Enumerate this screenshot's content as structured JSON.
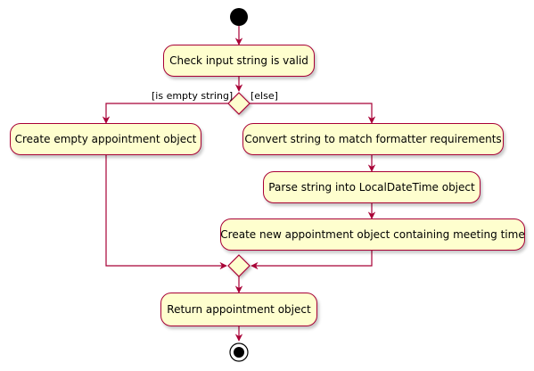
{
  "diagram": {
    "colors": {
      "line": "#a80036",
      "box_fill": "#fefece",
      "start_fill": "#000000"
    },
    "actions": {
      "check": "Check input string is valid",
      "create_empty": "Create empty appointment object",
      "convert": "Convert string to match formatter requirements",
      "parse": "Parse string into LocalDateTime object",
      "create_new": "Create new appointment object containing meeting time",
      "return": "Return appointment object"
    },
    "guards": {
      "left": "[is empty string]",
      "right": "[else]"
    }
  }
}
